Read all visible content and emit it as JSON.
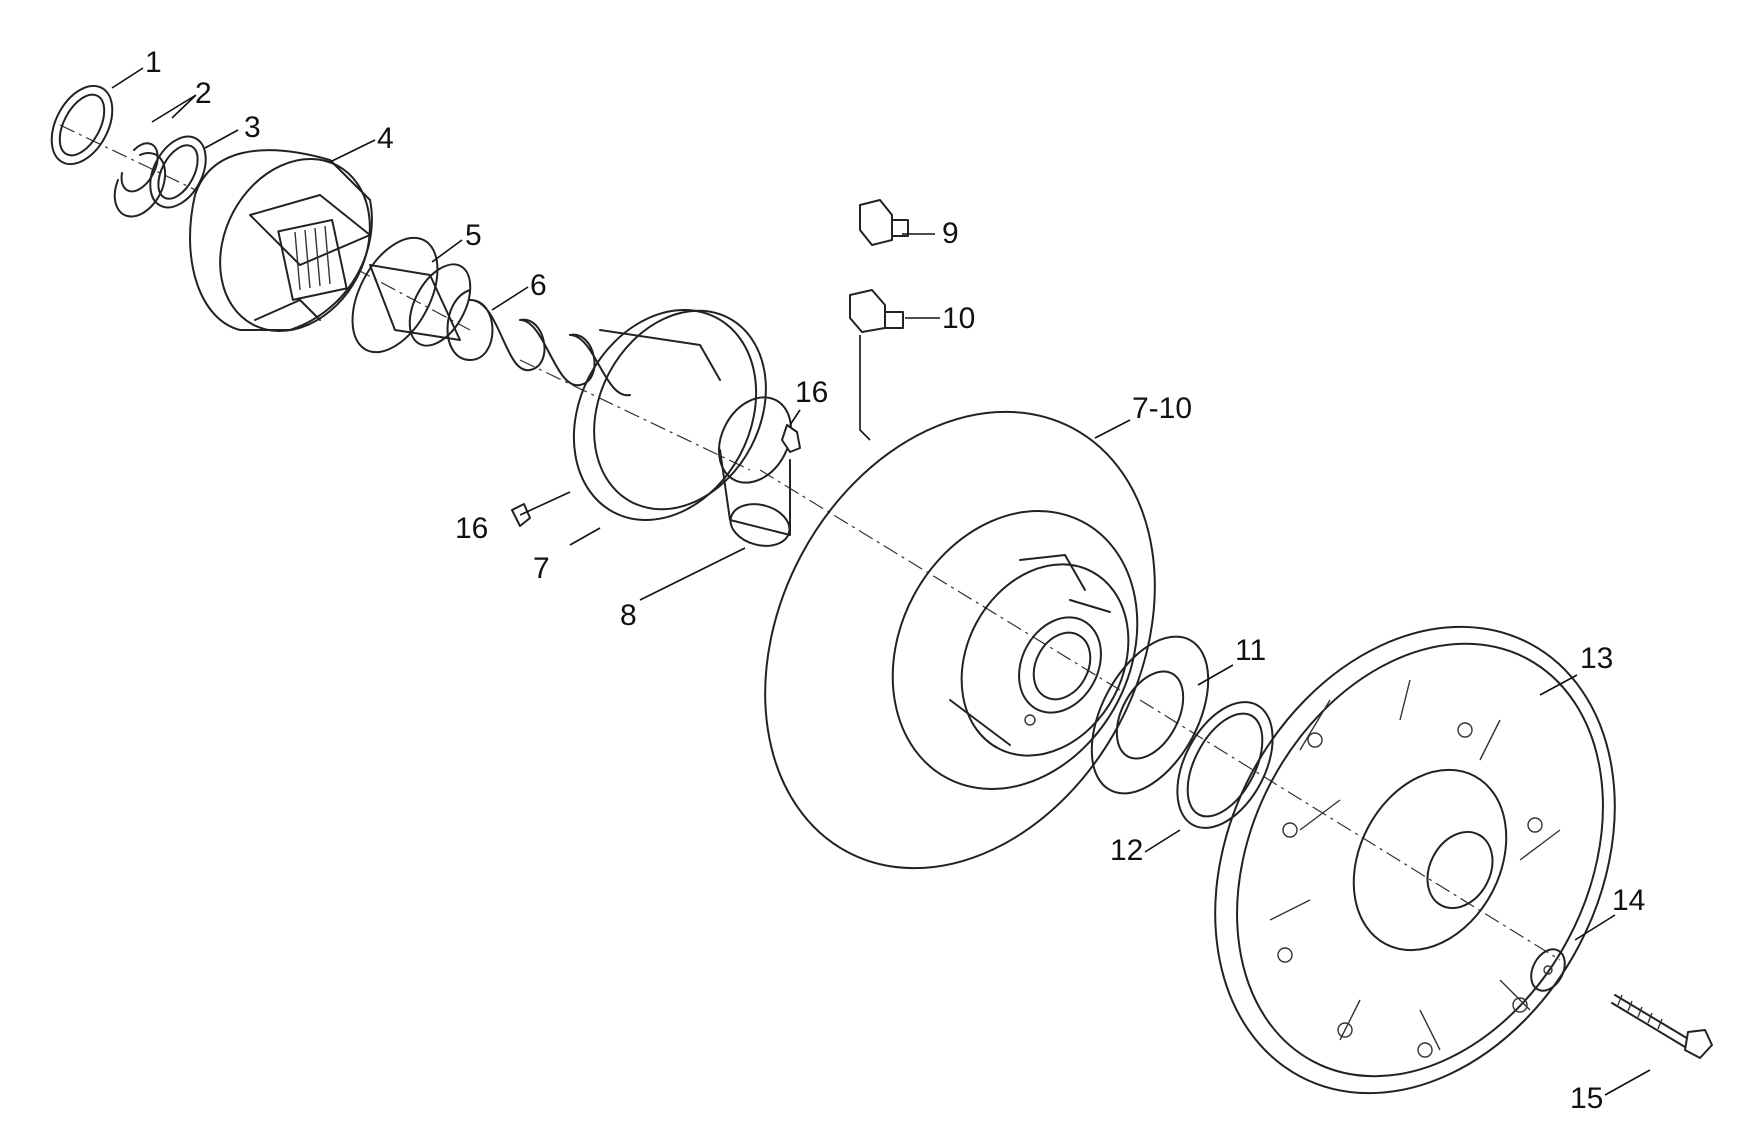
{
  "callouts": [
    {
      "id": "c1",
      "text": "1"
    },
    {
      "id": "c2",
      "text": "2"
    },
    {
      "id": "c3",
      "text": "3"
    },
    {
      "id": "c4",
      "text": "4"
    },
    {
      "id": "c5",
      "text": "5"
    },
    {
      "id": "c6",
      "text": "6"
    },
    {
      "id": "c7",
      "text": "7"
    },
    {
      "id": "c8",
      "text": "8"
    },
    {
      "id": "c9",
      "text": "9"
    },
    {
      "id": "c10",
      "text": "10"
    },
    {
      "id": "c710",
      "text": "7-10"
    },
    {
      "id": "c11",
      "text": "11"
    },
    {
      "id": "c12",
      "text": "12"
    },
    {
      "id": "c13",
      "text": "13"
    },
    {
      "id": "c14",
      "text": "14"
    },
    {
      "id": "c15",
      "text": "15"
    },
    {
      "id": "c16a",
      "text": "16"
    },
    {
      "id": "c16b",
      "text": "16"
    }
  ]
}
